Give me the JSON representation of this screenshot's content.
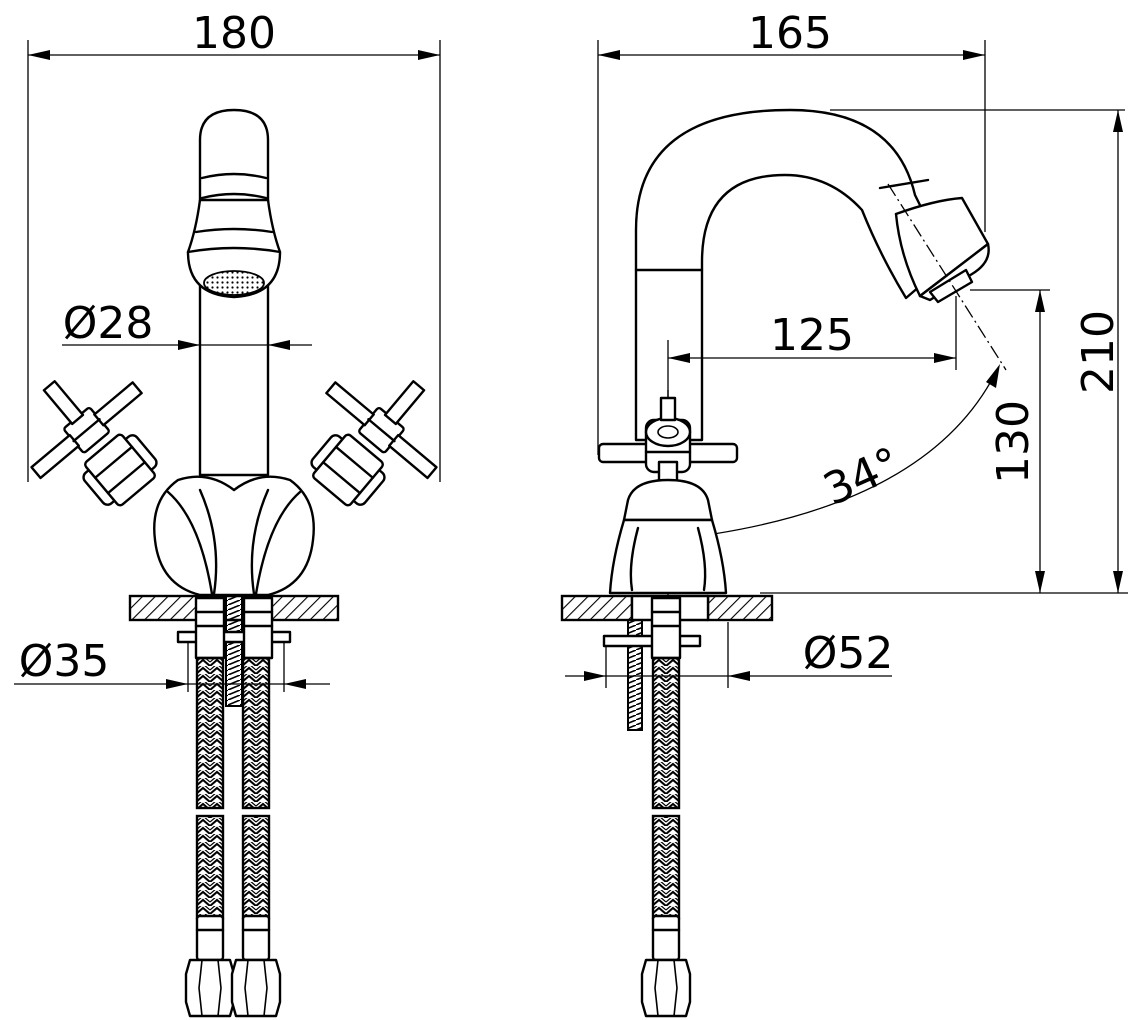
{
  "front_view": {
    "overall_width": "180",
    "spout_diameter": "Ø28",
    "base_diameter": "Ø35"
  },
  "side_view": {
    "overall_depth": "165",
    "spout_reach": "125",
    "total_height": "210",
    "spout_height": "130",
    "swivel_angle": "34°",
    "base_diameter": "Ø52"
  }
}
